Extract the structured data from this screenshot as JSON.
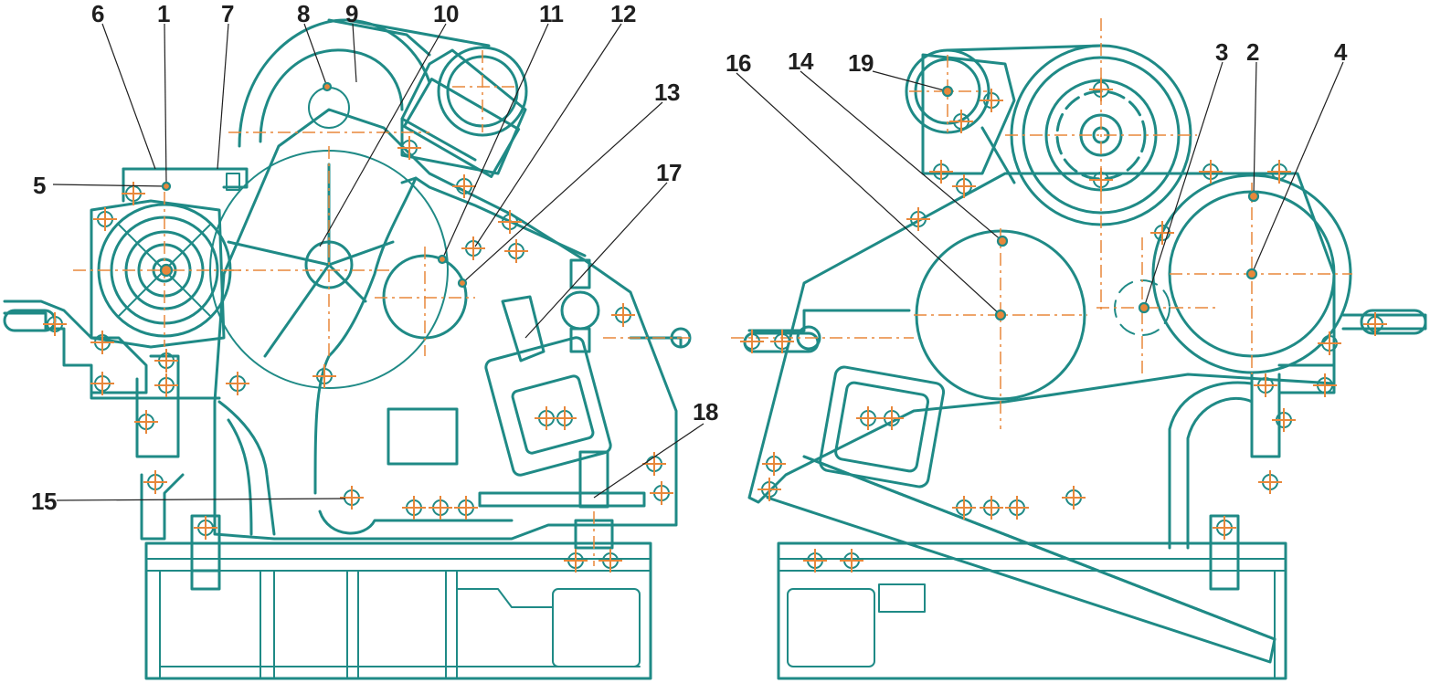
{
  "callouts_left": [
    "6",
    "1",
    "7",
    "8",
    "9",
    "10",
    "11",
    "12",
    "13",
    "17",
    "18",
    "5",
    "15"
  ],
  "callouts_right": [
    "16",
    "14",
    "19",
    "3",
    "2",
    "4"
  ],
  "colors": {
    "outline": "#1f8a86",
    "centerline": "#e8873a",
    "leader": "#1f1f1f"
  }
}
